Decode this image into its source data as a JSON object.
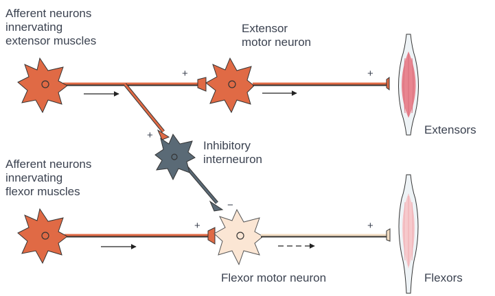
{
  "labels": {
    "afferent_extensor": [
      "Afferent neurons",
      "innervating",
      "extensor muscles"
    ],
    "afferent_flexor": [
      "Afferent neurons",
      "innervating",
      "flexor muscles"
    ],
    "extensor_motor": [
      "Extensor",
      "motor neuron"
    ],
    "inhibitory": [
      "Inhibitory",
      "interneuron"
    ],
    "flexor_motor": "Flexor motor neuron",
    "extensors": "Extensors",
    "flexors": "Flexors"
  },
  "signs": {
    "afferent_to_ext_motor": "+",
    "ext_motor_to_muscle": "+",
    "afferent_to_inhib": "+",
    "inhib_to_flexor_motor": "−",
    "afferent_to_flexor_motor": "+",
    "flexor_motor_to_muscle": "+"
  },
  "colors": {
    "excitatory": "#e06a45",
    "inhibitory": "#5a6a76",
    "inhibited": "#fbe6d4",
    "extensor_muscle": "#e88590",
    "flexor_muscle": "#f6c9cc",
    "text": "#3b4250"
  }
}
